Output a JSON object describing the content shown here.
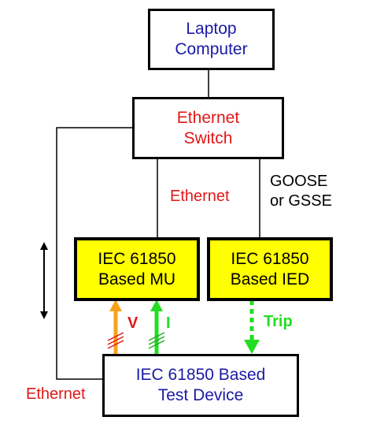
{
  "colors": {
    "blue_text": "#1a1aa6",
    "red_text": "#e01818",
    "green": "#22dd22",
    "orange": "#f7a11a",
    "yellow_fill": "#ffff00",
    "black": "#000000"
  },
  "nodes": {
    "laptop": {
      "line1": "Laptop",
      "line2": "Computer"
    },
    "switch": {
      "line1": "Ethernet",
      "line2": "Switch"
    },
    "mu": {
      "line1": "IEC 61850",
      "line2": "Based MU"
    },
    "ied": {
      "line1": "IEC 61850",
      "line2": "Based IED"
    },
    "test_device": {
      "line1": "IEC 61850 Based",
      "line2": "Test Device"
    }
  },
  "labels": {
    "ethernet_center": "Ethernet",
    "goose_line1": "GOOSE",
    "goose_line2": "or GSSE",
    "ethernet_left": "Ethernet",
    "voltage": "V",
    "current": "I",
    "trip": "Trip"
  }
}
